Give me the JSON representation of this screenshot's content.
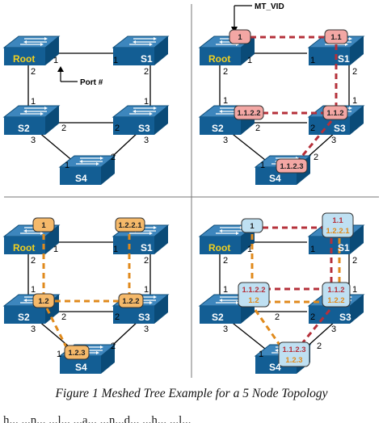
{
  "header_label": "MT_VID",
  "port_annotation": "Port #",
  "caption": "Figure 1 Meshed Tree Example for a 5 Node Topology",
  "cut_off_text": "h... ...n... ...l... ...a... ...n...d... ...h... ...l...",
  "switch_names": {
    "root": "Root",
    "s1": "S1",
    "s2": "S2",
    "s3": "S3",
    "s4": "S4"
  },
  "ports": {
    "root_s1_a": "1",
    "root_s1_b": "1",
    "root_s2_a": "2",
    "root_s2_b": "1",
    "s1_s3_a": "2",
    "s1_s3_b": "1",
    "s2_s3_a": "2",
    "s2_s3_b": "2",
    "s2_s4_a": "3",
    "s2_s4_b": "1",
    "s3_s4_a": "3",
    "s3_s4_b": "2"
  },
  "panel_tr_tags": {
    "root": "1",
    "s1": "1.1",
    "s2": "1.1.2.2",
    "s3": "1.1.2",
    "s4": "1.1.2.3"
  },
  "panel_bl_tags": {
    "root": "1",
    "s1": "1.2.2.1",
    "s2": "1.2",
    "s3": "1.2.2",
    "s4": "1.2.3"
  },
  "panel_br_tags": {
    "root": "1",
    "s1_red": "1.1",
    "s1_orange": "1.2.2.1",
    "s2_red": "1.1.2.2",
    "s2_orange": "1.2",
    "s3_red": "1.1.2",
    "s3_orange": "1.2.2",
    "s4_red": "1.1.2.3",
    "s4_orange": "1.2.3"
  },
  "colors": {
    "switch_top": "#3a82b8",
    "switch_front": "#0f5a8c",
    "link": "#000000",
    "red_path": "#b5303a",
    "orange_path": "#e08a1c",
    "red_tag_fill": "#f3a7a4",
    "orange_tag_fill": "#f5b96a",
    "blue_tag_fill": "#bfe0f2",
    "root_label": "#f0d020"
  }
}
